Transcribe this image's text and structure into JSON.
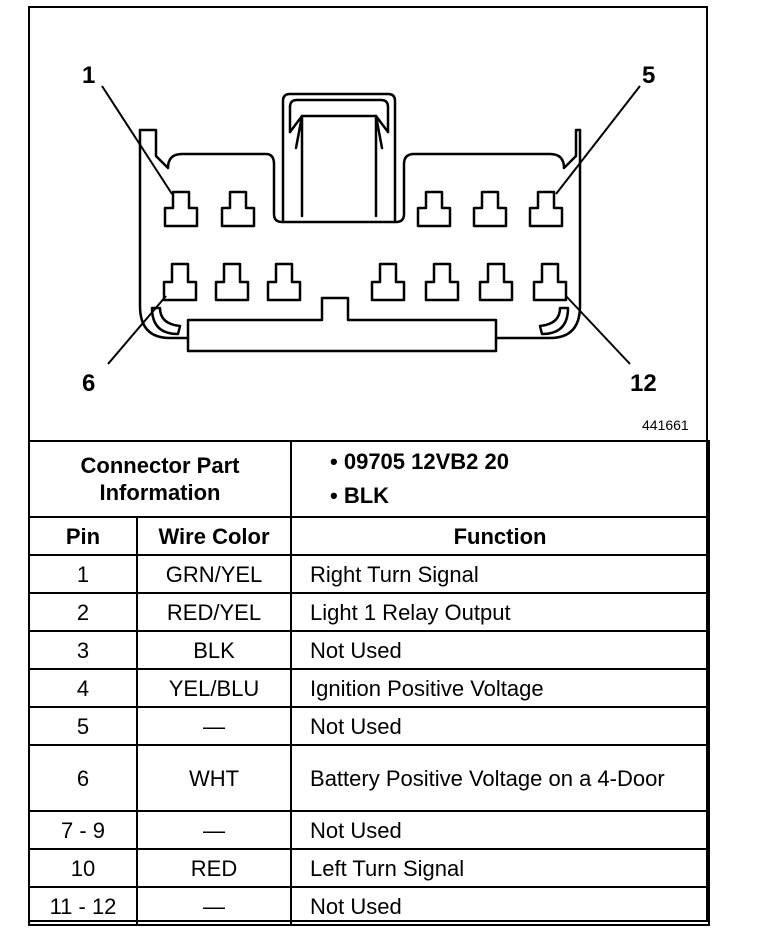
{
  "diagram": {
    "pin_labels": {
      "top_left": "1",
      "top_right": "5",
      "bottom_left": "6",
      "bottom_right": "12"
    },
    "figure_id": "441661"
  },
  "connector_info": {
    "label": "Connector Part Information",
    "bullet": "•",
    "items": [
      "09705 12VB2 20",
      "BLK"
    ]
  },
  "table": {
    "headers": {
      "pin": "Pin",
      "wire_color": "Wire Color",
      "function": "Function"
    },
    "rows": [
      {
        "pin": "1",
        "wire_color": "GRN/YEL",
        "function": "Right Turn Signal"
      },
      {
        "pin": "2",
        "wire_color": "RED/YEL",
        "function": "Light 1 Relay Output"
      },
      {
        "pin": "3",
        "wire_color": "BLK",
        "function": "Not Used"
      },
      {
        "pin": "4",
        "wire_color": "YEL/BLU",
        "function": "Ignition Positive Voltage"
      },
      {
        "pin": "5",
        "wire_color": "—",
        "function": "Not Used"
      },
      {
        "pin": "6",
        "wire_color": "WHT",
        "function": "Battery Positive Voltage on a 4-Door"
      },
      {
        "pin": "7 - 9",
        "wire_color": "—",
        "function": "Not Used"
      },
      {
        "pin": "10",
        "wire_color": "RED",
        "function": "Left Turn Signal"
      },
      {
        "pin": "11 - 12",
        "wire_color": "—",
        "function": "Not Used"
      }
    ]
  }
}
